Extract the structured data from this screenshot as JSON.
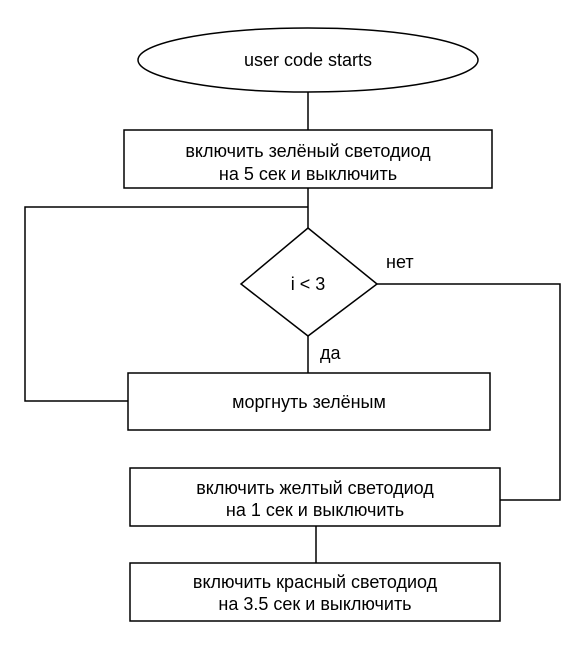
{
  "nodes": {
    "start": {
      "label": "user code starts"
    },
    "green_on": {
      "line1": "включить зелёный светодиод",
      "line2": "на 5 сек и выключить"
    },
    "condition": {
      "label": "i < 3"
    },
    "blink": {
      "label": "моргнуть зелёным"
    },
    "yellow_on": {
      "line1": "включить желтый светодиод",
      "line2": "на 1 сек и выключить"
    },
    "red_on": {
      "line1": "включить красный светодиод",
      "line2": "на 3.5 сек и выключить"
    }
  },
  "edges": {
    "yes_label": "да",
    "no_label": "нет"
  }
}
